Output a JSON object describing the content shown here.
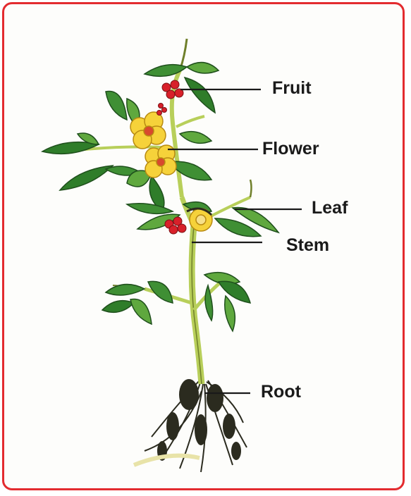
{
  "labels": {
    "fruit": "Fruit",
    "flower": "Flower",
    "leaf": "Leaf",
    "stem": "Stem",
    "root": "Root"
  },
  "colors": {
    "border": "#e32b2f",
    "leaf_dark": "#2f7d2a",
    "leaf_light": "#5fa83e",
    "stem": "#b8cf5a",
    "flower": "#f6d23a",
    "flower_center": "#d8492e",
    "fruit": "#d8202a",
    "root": "#2b2b1f"
  },
  "icons": [
    "plant-illustration"
  ]
}
